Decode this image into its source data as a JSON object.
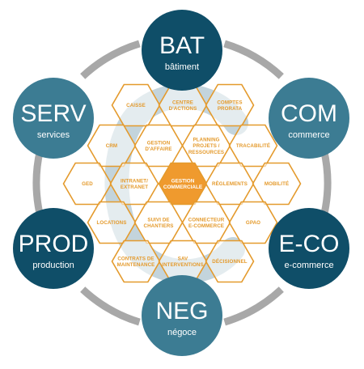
{
  "nodes": [
    {
      "abbr": "BAT",
      "label": "bâtiment",
      "color": "#0f4e68"
    },
    {
      "abbr": "COM",
      "label": "commerce",
      "color": "#3c7c93"
    },
    {
      "abbr": "E-CO",
      "label": "e-commerce",
      "color": "#0f4e68"
    },
    {
      "abbr": "NEG",
      "label": "négoce",
      "color": "#3c7c93"
    },
    {
      "abbr": "PROD",
      "label": "production",
      "color": "#0f4e68"
    },
    {
      "abbr": "SERV",
      "label": "services",
      "color": "#3c7c93"
    }
  ],
  "hexagons": [
    {
      "lines": [
        "CAISSE"
      ]
    },
    {
      "lines": [
        "CENTRE",
        "D'ACTIONS"
      ]
    },
    {
      "lines": [
        "COMPTES",
        "PRORATA"
      ]
    },
    {
      "lines": [
        "CRM"
      ]
    },
    {
      "lines": [
        "GESTION",
        "D'AFFAIRE"
      ]
    },
    {
      "lines": [
        "PLANNING",
        "PROJETS /",
        "RESSOURCES"
      ]
    },
    {
      "lines": [
        "TRACABILITÉ"
      ]
    },
    {
      "lines": [
        "GED"
      ]
    },
    {
      "lines": [
        "INTRANET/",
        "EXTRANET"
      ]
    },
    {
      "lines": [
        "GESTION",
        "COMMERCIALE"
      ]
    },
    {
      "lines": [
        "RÈGLEMENTS"
      ]
    },
    {
      "lines": [
        "MOBILITÉ"
      ]
    },
    {
      "lines": [
        "LOCATIONS"
      ]
    },
    {
      "lines": [
        "SUIVI DE",
        "CHANTIERS"
      ]
    },
    {
      "lines": [
        "CONNECTEUR",
        "E-COMMERCE"
      ]
    },
    {
      "lines": [
        "GPAO"
      ]
    },
    {
      "lines": [
        "CONTRATS DE",
        "MAINTENANCE"
      ]
    },
    {
      "lines": [
        "SAV",
        "INTERVENTIONS"
      ]
    },
    {
      "lines": [
        "DÉCISIONNEL"
      ]
    }
  ],
  "colors": {
    "hex_border": "#e49a2c",
    "hex_center_fill": "#ef9a2e",
    "ring": "#a8a8a8",
    "c_logo": "#b8ccd6"
  }
}
